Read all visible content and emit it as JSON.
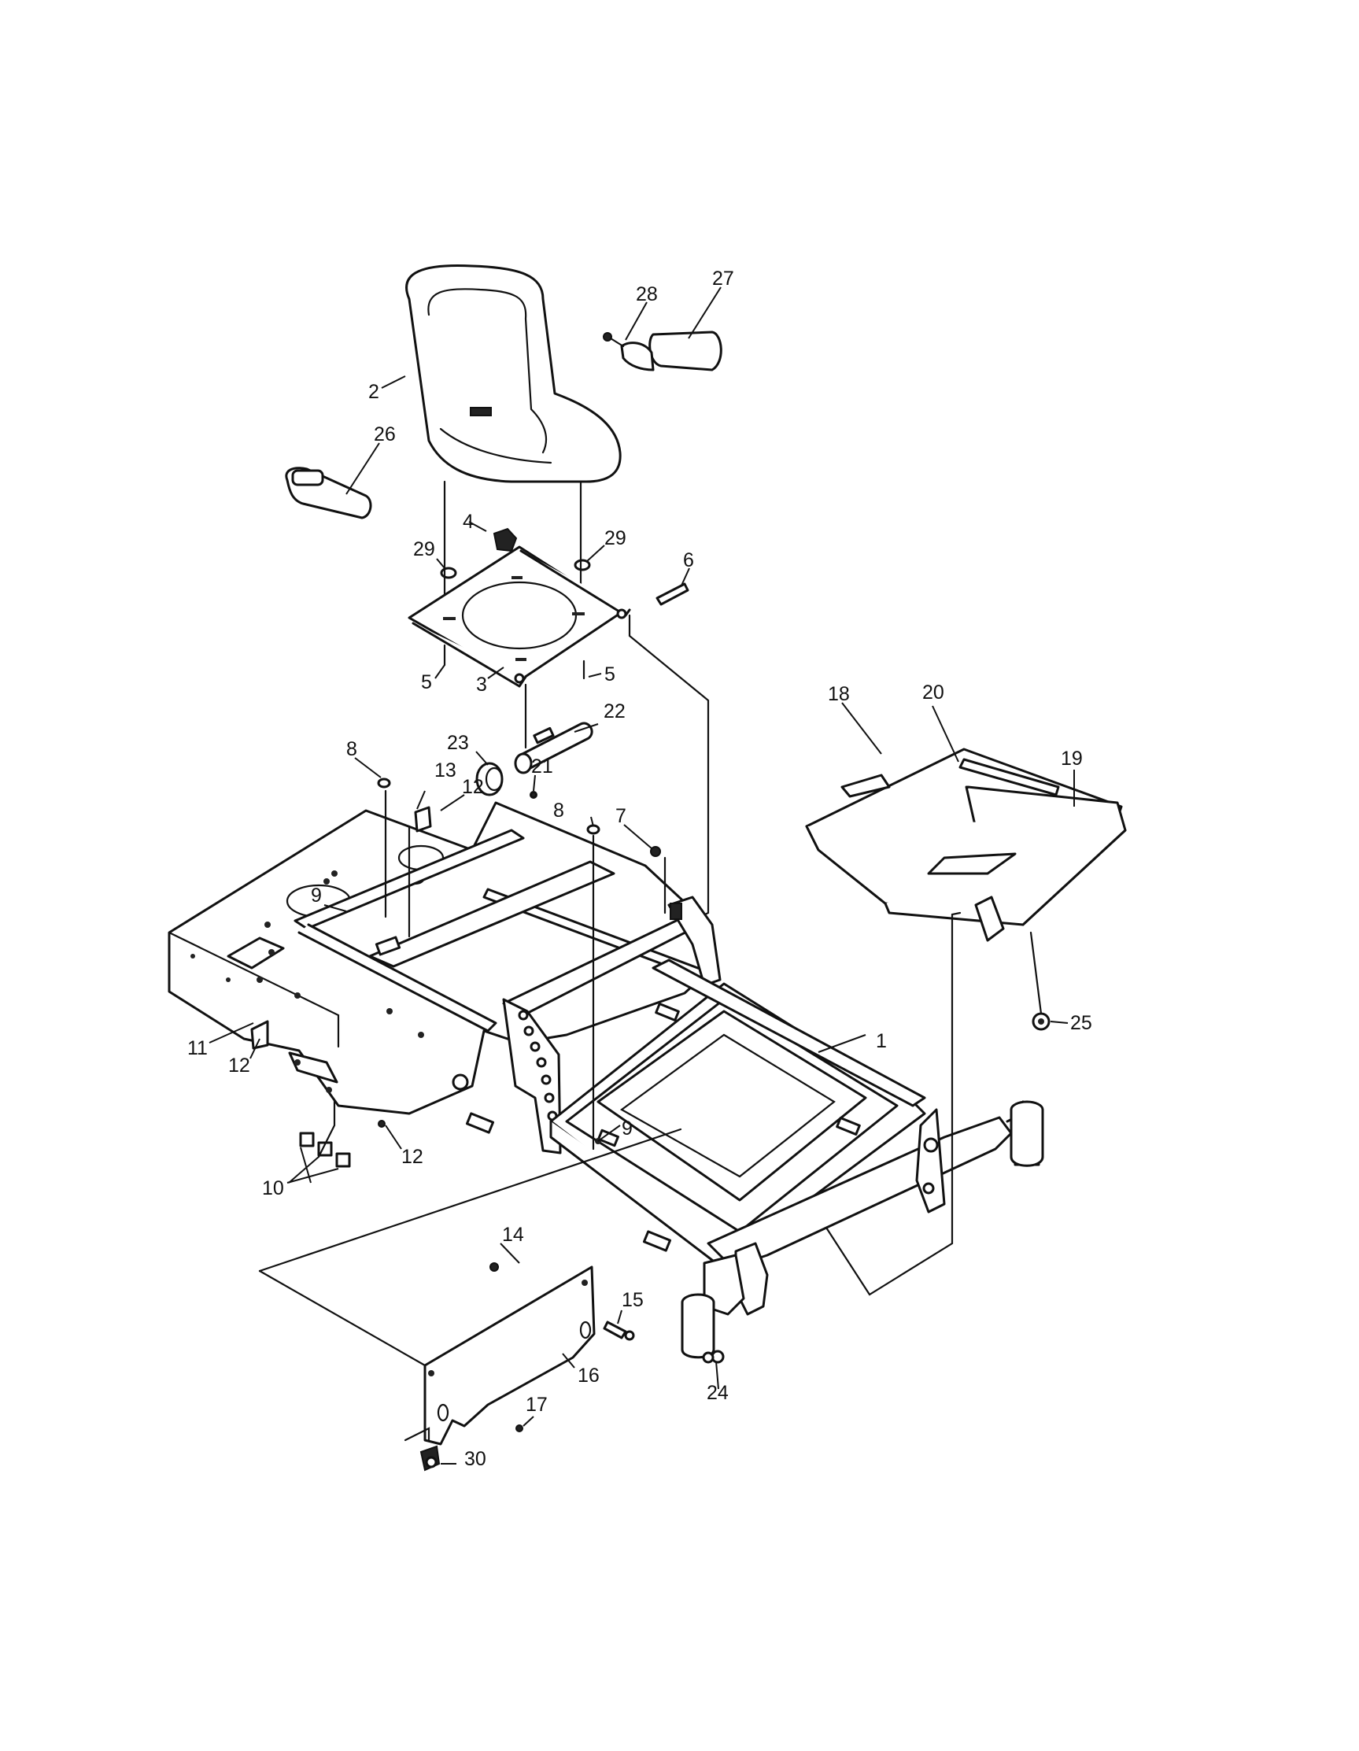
{
  "callouts": [
    {
      "id": "c1",
      "label": "1"
    },
    {
      "id": "c2",
      "label": "2"
    },
    {
      "id": "c3",
      "label": "3"
    },
    {
      "id": "c4",
      "label": "4"
    },
    {
      "id": "c5a",
      "label": "5"
    },
    {
      "id": "c5b",
      "label": "5"
    },
    {
      "id": "c6",
      "label": "6"
    },
    {
      "id": "c7",
      "label": "7"
    },
    {
      "id": "c8a",
      "label": "8"
    },
    {
      "id": "c8b",
      "label": "8"
    },
    {
      "id": "c9a",
      "label": "9"
    },
    {
      "id": "c9b",
      "label": "9"
    },
    {
      "id": "c10",
      "label": "10"
    },
    {
      "id": "c11",
      "label": "11"
    },
    {
      "id": "c12a",
      "label": "12"
    },
    {
      "id": "c12b",
      "label": "12"
    },
    {
      "id": "c12c",
      "label": "12"
    },
    {
      "id": "c13",
      "label": "13"
    },
    {
      "id": "c14",
      "label": "14"
    },
    {
      "id": "c15",
      "label": "15"
    },
    {
      "id": "c16",
      "label": "16"
    },
    {
      "id": "c17",
      "label": "17"
    },
    {
      "id": "c18",
      "label": "18"
    },
    {
      "id": "c19",
      "label": "19"
    },
    {
      "id": "c20",
      "label": "20"
    },
    {
      "id": "c21",
      "label": "21"
    },
    {
      "id": "c22",
      "label": "22"
    },
    {
      "id": "c23",
      "label": "23"
    },
    {
      "id": "c24",
      "label": "24"
    },
    {
      "id": "c25",
      "label": "25"
    },
    {
      "id": "c26",
      "label": "26"
    },
    {
      "id": "c27",
      "label": "27"
    },
    {
      "id": "c28",
      "label": "28"
    },
    {
      "id": "c29a",
      "label": "29"
    },
    {
      "id": "c29b",
      "label": "29"
    },
    {
      "id": "c30",
      "label": "30"
    }
  ]
}
